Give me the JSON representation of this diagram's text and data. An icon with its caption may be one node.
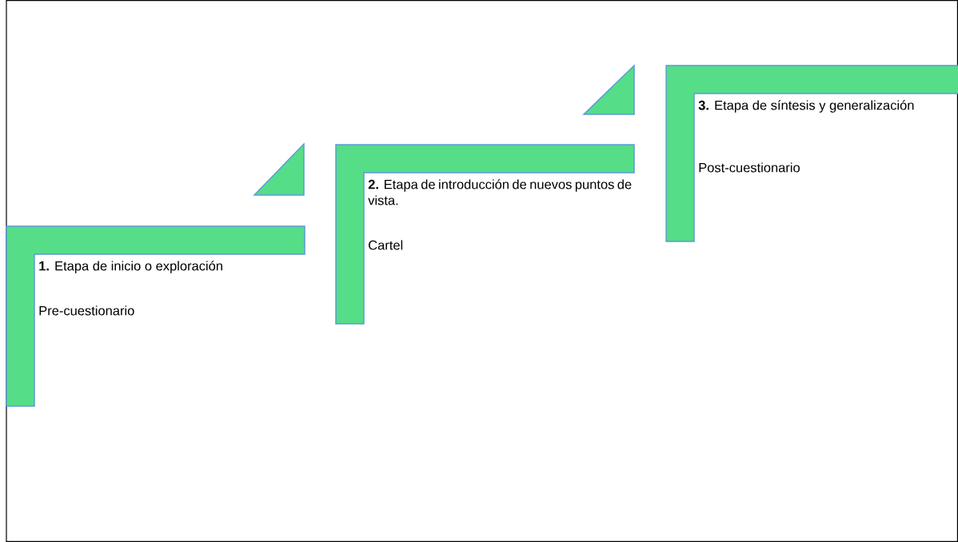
{
  "diagram": {
    "nodes": [
      {
        "text": [
          "**1.** Etapa de inicio o exploración",
          "Pre-cuestionario"
        ]
      },
      {
        "text": [
          "**2.** Etapa de introducción de nuevos puntos de vista.",
          "Cartel"
        ]
      },
      {
        "text": [
          "**3.** Etapa de síntesis y generalización",
          "Post-cuestionario"
        ]
      }
    ]
  }
}
